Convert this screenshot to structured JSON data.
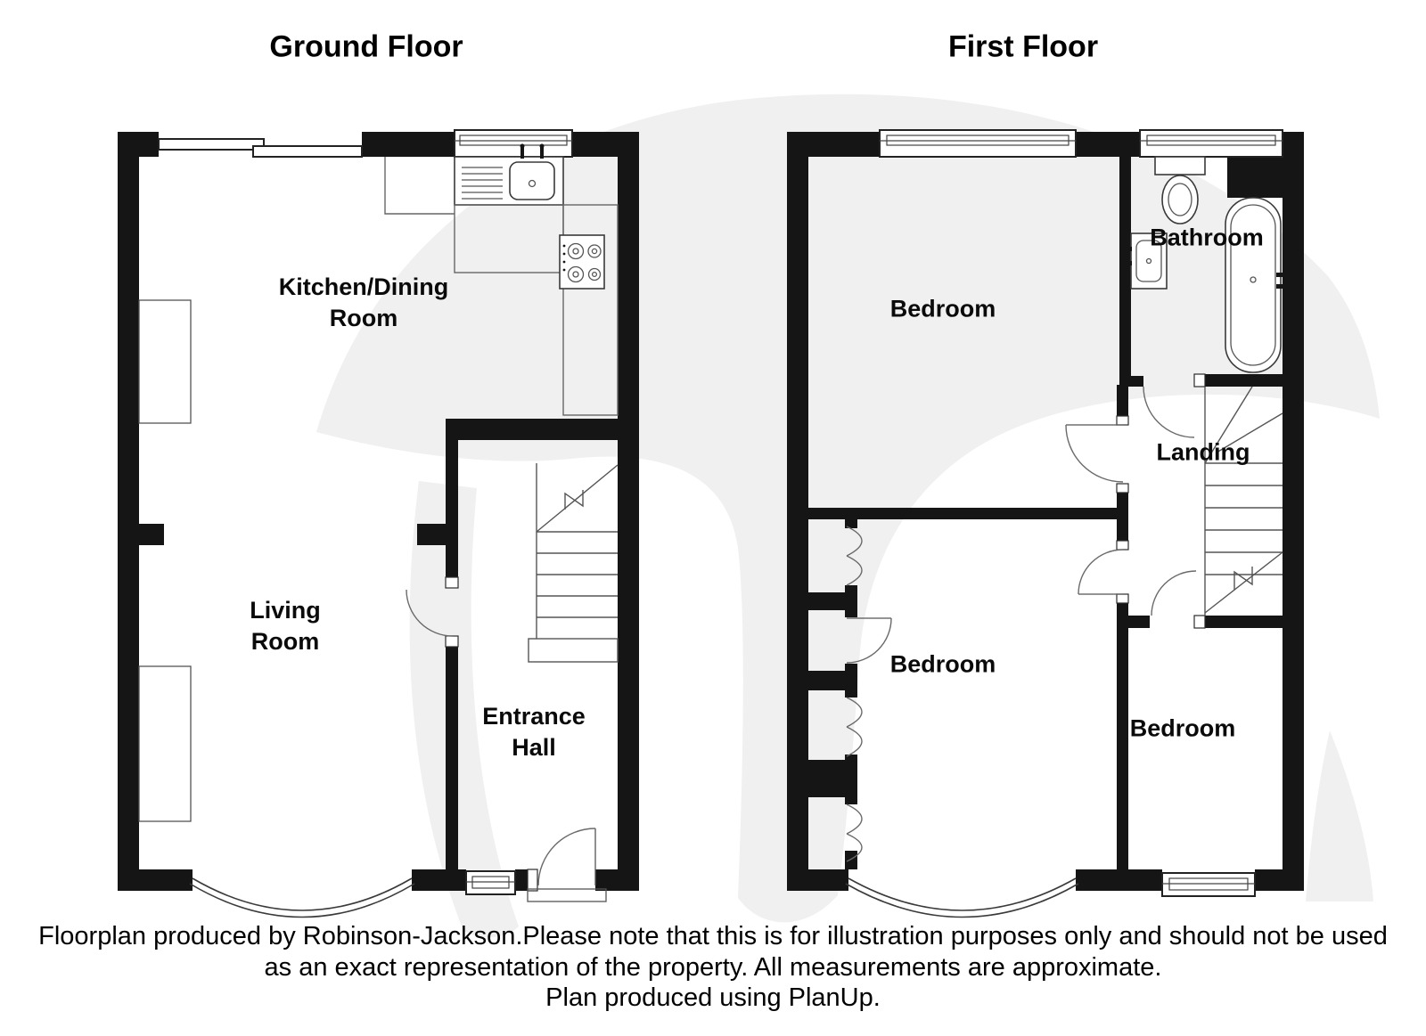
{
  "titles": {
    "ground": "Ground Floor",
    "first": "First Floor"
  },
  "ground_floor": {
    "labels": {
      "kitchen_dining": "Kitchen/Dining\nRoom",
      "living": "Living\nRoom",
      "entrance_hall": "Entrance\nHall"
    },
    "fixtures": [
      "kitchen-sink",
      "kitchen-hob",
      "kitchen-counter",
      "staircase-up",
      "bay-window",
      "front-door"
    ]
  },
  "first_floor": {
    "labels": {
      "bedroom1": "Bedroom",
      "bathroom": "Bathroom",
      "landing": "Landing",
      "bedroom2": "Bedroom",
      "bedroom3": "Bedroom"
    },
    "fixtures": [
      "toilet",
      "wash-basin",
      "bathtub",
      "staircase",
      "built-in-cupboards",
      "bay-window"
    ]
  },
  "footer": {
    "line1": "Floorplan produced by Robinson-Jackson.Please note that this is for illustration purposes only and should not be used",
    "line2": "as an exact representation of the property. All measurements are approximate.",
    "line3": "Plan produced using PlanUp."
  },
  "colors": {
    "wall": "#151515",
    "watermark": "#f0f0f0",
    "text": "#000000",
    "background": "#ffffff"
  }
}
